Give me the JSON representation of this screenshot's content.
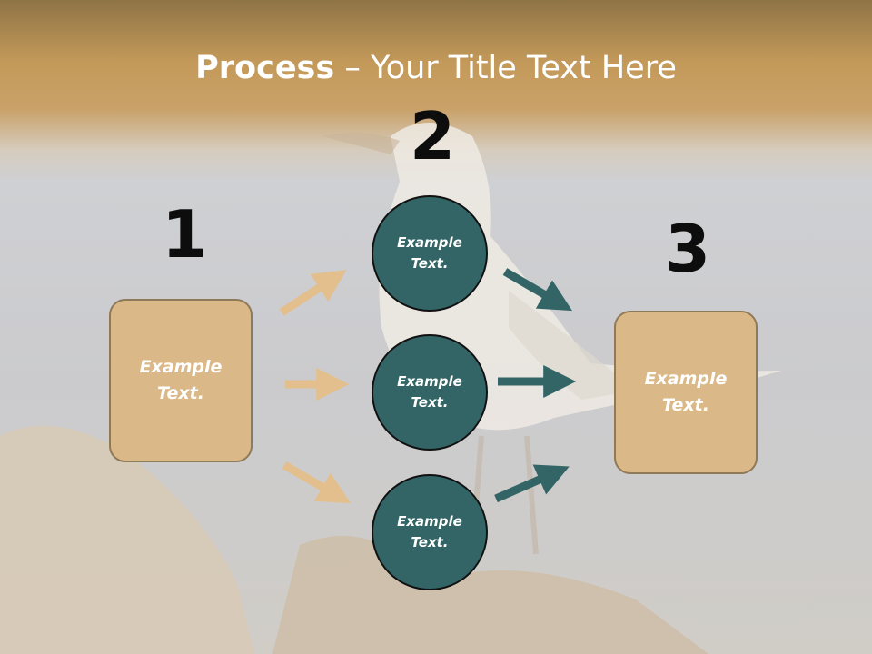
{
  "title": {
    "bold": "Process",
    "rest": " – Your Title Text Here"
  },
  "steps": [
    {
      "number": "1",
      "text_line1": "Example",
      "text_line2": "Text."
    },
    {
      "number": "2",
      "circles": [
        {
          "text_line1": "Example",
          "text_line2": "Text."
        },
        {
          "text_line1": "Example",
          "text_line2": "Text."
        },
        {
          "text_line1": "Example",
          "text_line2": "Text."
        }
      ]
    },
    {
      "number": "3",
      "text_line1": "Example",
      "text_line2": "Text."
    }
  ],
  "colors": {
    "box_fill": "#dbb888",
    "box_border": "#8e7a58",
    "circle_fill": "#336566",
    "arrow_left": "#e2bf8d",
    "arrow_right": "#336566",
    "title_band": "#c49a5a"
  }
}
